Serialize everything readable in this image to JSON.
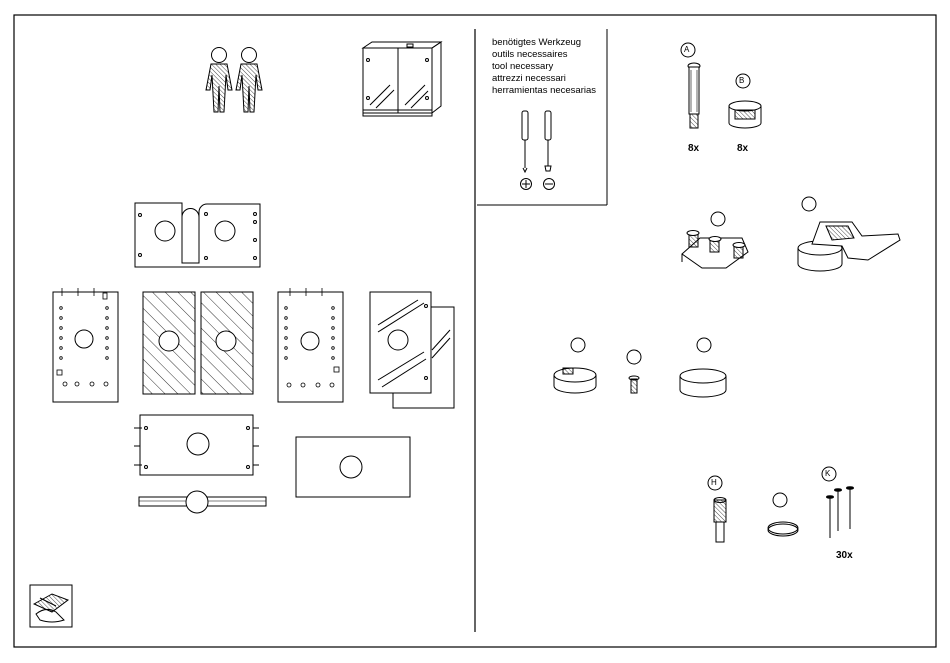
{
  "tools": {
    "lines": [
      "benötigtes Werkzeug",
      "outils necessaires",
      "tool necessary",
      "attrezzi necessari",
      "herramientas necesarias"
    ],
    "phillips_icon": "phillips-symbol-icon",
    "slotted_icon": "slotted-symbol-icon"
  },
  "parts": {
    "a": {
      "letter": "A",
      "qty": "8x"
    },
    "b": {
      "letter": "B",
      "qty": "8x"
    },
    "h": {
      "letter": "H"
    },
    "k": {
      "letter": "K",
      "qty": "30x"
    }
  },
  "colors": {
    "line": "#000000",
    "background": "#ffffff"
  }
}
